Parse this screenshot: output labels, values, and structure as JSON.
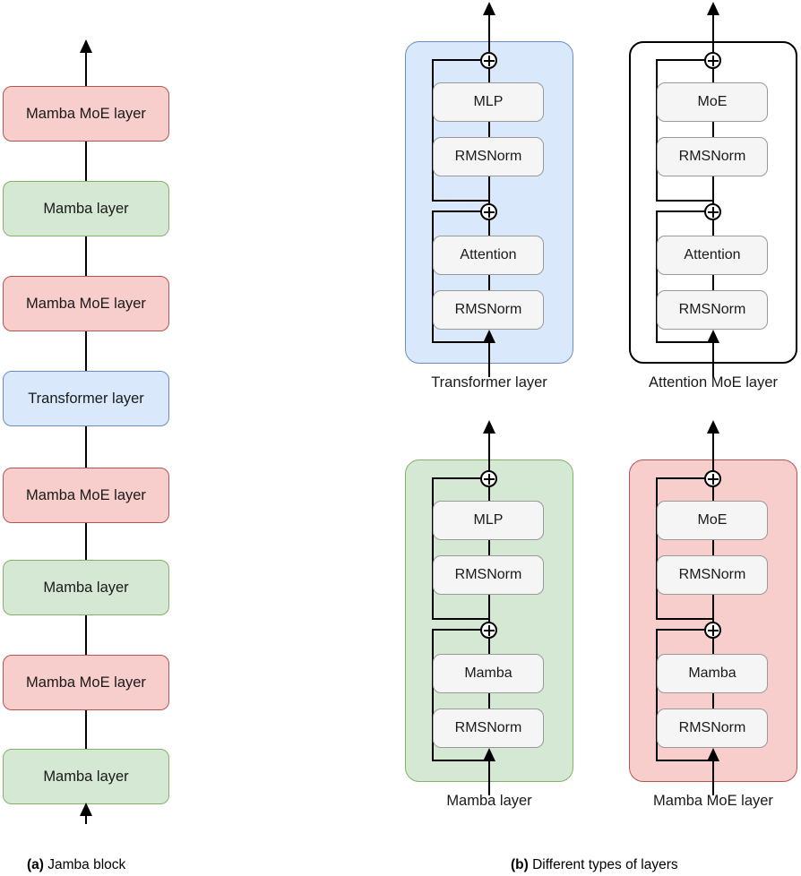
{
  "figure": {
    "captions": {
      "a_tag": "(a)",
      "a_text": "Jamba block",
      "b_tag": "(b)",
      "b_text": "Different types of layers"
    }
  },
  "colors": {
    "pink_fill": "#f8cecc",
    "pink_stroke": "#b85450",
    "green_fill": "#d5e8d4",
    "green_stroke": "#82b366",
    "blue_fill": "#dae8fc",
    "blue_stroke": "#6c8ebf",
    "white_fill": "#ffffff",
    "black_stroke": "#000000",
    "inner_fill": "#f5f5f5",
    "inner_stroke": "#999999"
  },
  "jamba_block": {
    "title": "Jamba block",
    "stack_order_bottom_to_top": [
      "Mamba layer",
      "Mamba MoE layer",
      "Mamba layer",
      "Mamba MoE layer",
      "Transformer layer",
      "Mamba MoE layer",
      "Mamba layer",
      "Mamba MoE layer"
    ],
    "blocks": [
      {
        "label": "Mamba MoE layer",
        "kind": "mamba-moe",
        "color": "pink"
      },
      {
        "label": "Mamba layer",
        "kind": "mamba",
        "color": "green"
      },
      {
        "label": "Mamba MoE layer",
        "kind": "mamba-moe",
        "color": "pink"
      },
      {
        "label": "Transformer layer",
        "kind": "transformer",
        "color": "blue"
      },
      {
        "label": "Mamba MoE layer",
        "kind": "mamba-moe",
        "color": "pink"
      },
      {
        "label": "Mamba layer",
        "kind": "mamba",
        "color": "green"
      },
      {
        "label": "Mamba MoE layer",
        "kind": "mamba-moe",
        "color": "pink"
      },
      {
        "label": "Mamba layer",
        "kind": "mamba",
        "color": "green"
      }
    ]
  },
  "layer_types": {
    "title": "Different types of layers",
    "panels": [
      {
        "label": "Transformer layer",
        "color": "blue",
        "upper_op": "plus",
        "upper_module": "MLP",
        "upper_norm": "RMSNorm",
        "lower_op": "plus",
        "lower_module": "Attention",
        "lower_norm": "RMSNorm"
      },
      {
        "label": "Attention MoE layer",
        "color": "white",
        "upper_op": "plus",
        "upper_module": "MoE",
        "upper_norm": "RMSNorm",
        "lower_op": "plus",
        "lower_module": "Attention",
        "lower_norm": "RMSNorm"
      },
      {
        "label": "Mamba layer",
        "color": "green",
        "upper_op": "plus",
        "upper_module": "MLP",
        "upper_norm": "RMSNorm",
        "lower_op": "plus",
        "lower_module": "Mamba",
        "lower_norm": "RMSNorm"
      },
      {
        "label": "Mamba MoE layer",
        "color": "pink",
        "upper_op": "plus",
        "upper_module": "MoE",
        "upper_norm": "RMSNorm",
        "lower_op": "plus",
        "lower_module": "Mamba",
        "lower_norm": "RMSNorm"
      }
    ]
  }
}
